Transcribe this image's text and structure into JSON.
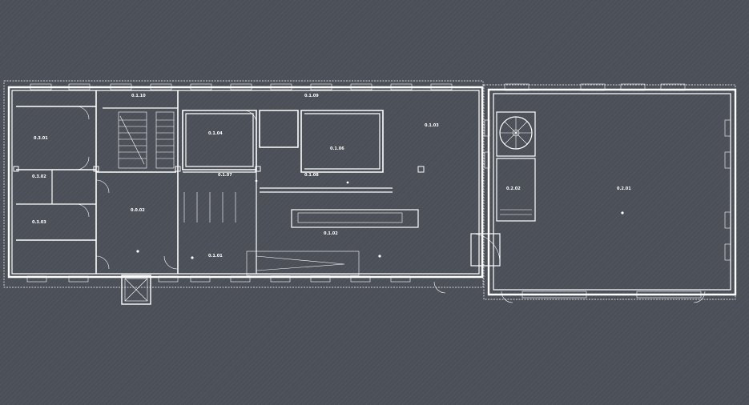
{
  "rooms": [
    {
      "id": "r0301",
      "number": "0.3.01",
      "name": "",
      "area": ""
    },
    {
      "id": "r0302",
      "number": "0.3.02",
      "name": "",
      "area": ""
    },
    {
      "id": "r0303",
      "number": "0.3.03",
      "name": "",
      "area": ""
    },
    {
      "id": "r0002",
      "number": "0.0.02",
      "name": "",
      "area": ""
    },
    {
      "id": "r0110",
      "number": "0.1.10",
      "name": "",
      "area": ""
    },
    {
      "id": "r0104",
      "number": "0.1.04",
      "name": "",
      "area": ""
    },
    {
      "id": "r0109",
      "number": "0.1.09",
      "name": "",
      "area": ""
    },
    {
      "id": "r0106",
      "number": "0.1.06",
      "name": "",
      "area": ""
    },
    {
      "id": "r0103",
      "number": "0.1.03",
      "name": "",
      "area": ""
    },
    {
      "id": "r0107",
      "number": "0.1.07",
      "name": "",
      "area": ""
    },
    {
      "id": "r0108",
      "number": "0.1.08",
      "name": "",
      "area": ""
    },
    {
      "id": "r0102",
      "number": "0.1.02",
      "name": "",
      "area": ""
    },
    {
      "id": "r0101",
      "number": "0.1.01",
      "name": "",
      "area": ""
    },
    {
      "id": "r0202",
      "number": "0.2.02",
      "name": "",
      "area": ""
    },
    {
      "id": "r0201",
      "number": "0.2.01",
      "name": "",
      "area": ""
    }
  ],
  "colors": {
    "background": "#4b4f57",
    "lines": "#ffffff"
  }
}
